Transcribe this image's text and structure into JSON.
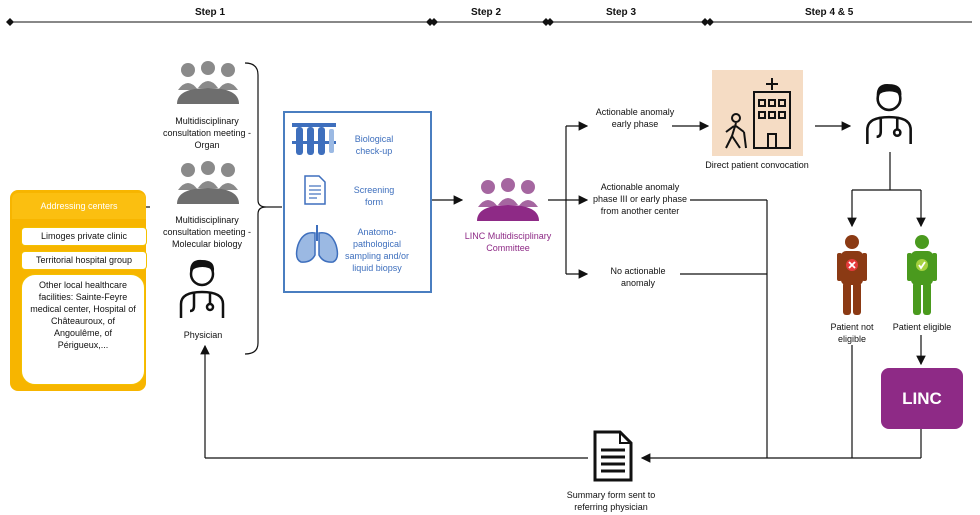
{
  "steps": {
    "step1": "Step 1",
    "step2": "Step 2",
    "step3": "Step 3",
    "step45": "Step 4 & 5"
  },
  "addressing": {
    "title": "Addressing centers",
    "items": [
      "Limoges private clinic",
      "Territorial hospital group",
      "Other local healthcare facilities: Sainte-Feyre medical center, Hospital of Châteauroux, of Angoulême, of Périgueux,..."
    ]
  },
  "step1": {
    "meeting_organ": "Multidisciplinary consultation meeting - Organ",
    "meeting_molecular": "Multidisciplinary consultation meeting - Molecular biology",
    "physician": "Physician"
  },
  "exams": {
    "bio": "Biological check-up",
    "screening": "Screening form",
    "anatomo": "Anatomo-pathological sampling and/or liquid biopsy"
  },
  "committee": "LINC Multidisciplinary Committee",
  "outcomes": {
    "early": "Actionable anomaly early phase",
    "phase3": "Actionable anomaly phase III or early phase from another center",
    "none": "No actionable anomaly"
  },
  "convocation": "Direct patient convocation",
  "patients": {
    "not_eligible": "Patient not eligible",
    "eligible": "Patient eligible"
  },
  "linc": "LINC",
  "summary": "Summary form sent to referring physician",
  "icons": {
    "people": "people-group-icon",
    "doctor": "doctor-icon",
    "tubes": "test-tubes-icon",
    "document": "document-icon",
    "lungs": "lungs-icon",
    "hospital": "hospital-icon",
    "patient_red": "patient-cross-icon",
    "patient_green": "patient-check-icon"
  },
  "colors": {
    "orange": "#f7b500",
    "blue": "#4a7ec0",
    "purple": "#8e2a86",
    "red_patient": "#8b3a14",
    "green_patient": "#4a9a1e"
  }
}
